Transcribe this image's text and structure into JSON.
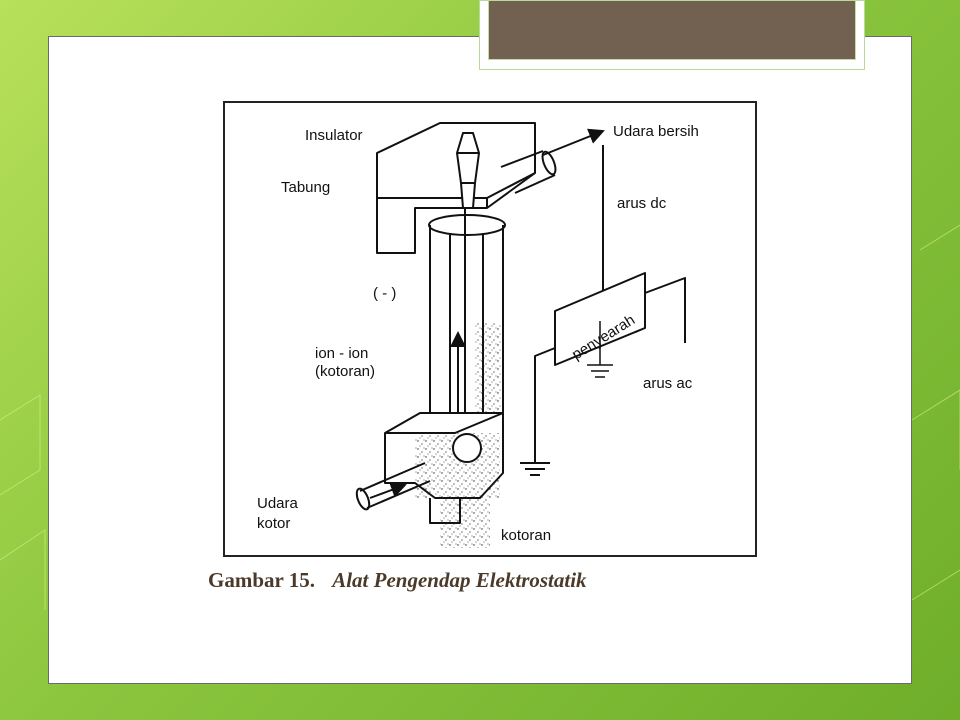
{
  "slide": {
    "caption": {
      "number": "Gambar 15.",
      "title": "Alat Pengendap Elektrostatik"
    },
    "colors": {
      "background_green": "#8cc63f",
      "title_bar": "#726150",
      "caption_text": "#4b3a2a"
    }
  },
  "diagram": {
    "labels": {
      "insulator": "Insulator",
      "tabung": "Tabung",
      "negative": "( - )",
      "ion_line1": "ion - ion",
      "ion_line2": "(kotoran)",
      "udara_kotor_line1": "Udara",
      "udara_kotor_line2": "kotor",
      "udara_bersih": "Udara bersih",
      "arus_dc": "arus dc",
      "penyearah": "penyearah",
      "arus_ac": "arus ac",
      "kotoran": "kotoran"
    }
  }
}
